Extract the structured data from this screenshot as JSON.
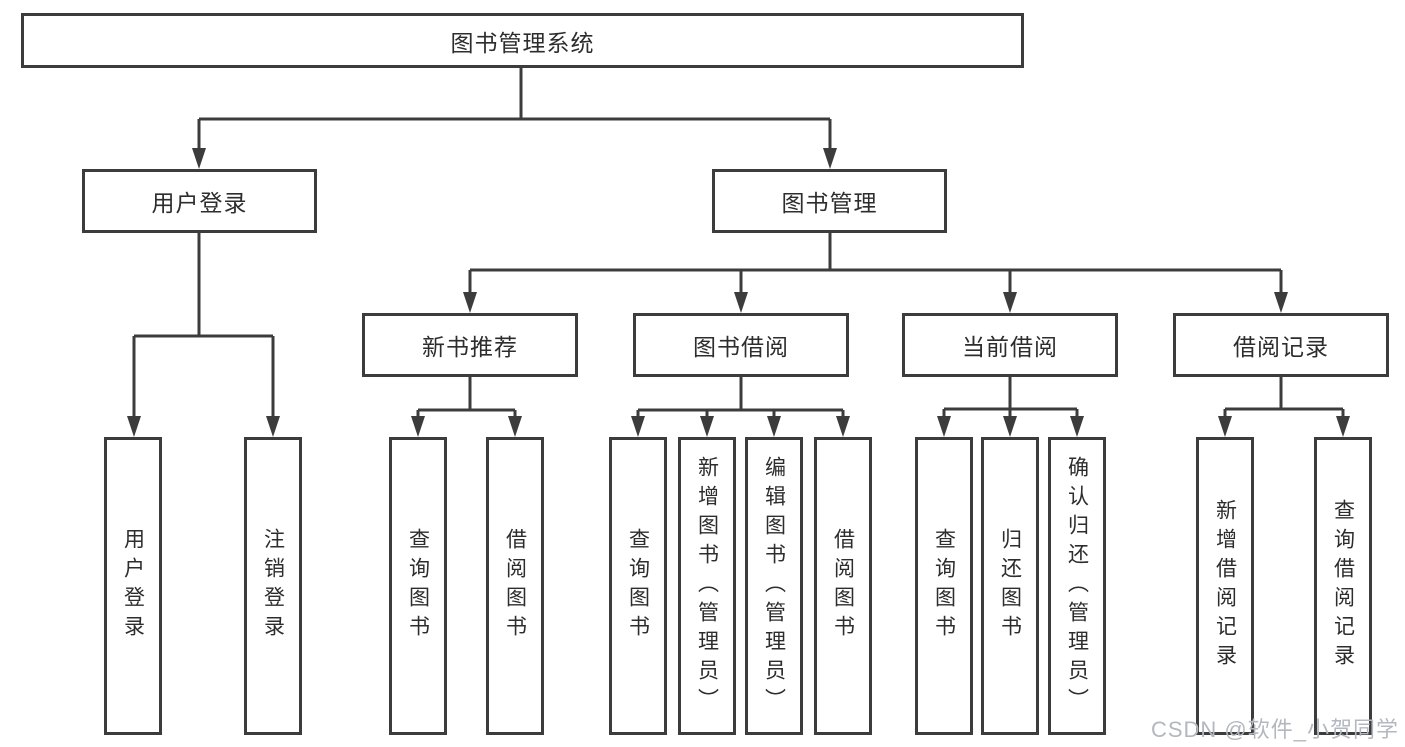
{
  "diagram": {
    "root": {
      "label": "图书管理系统"
    },
    "level2": [
      {
        "label": "用户登录",
        "children": [
          {
            "label": "用户登录"
          },
          {
            "label": "注销登录"
          }
        ]
      },
      {
        "label": "图书管理"
      }
    ],
    "level3": [
      {
        "label": "新书推荐",
        "children": [
          {
            "label": "查询图书"
          },
          {
            "label": "借阅图书"
          }
        ]
      },
      {
        "label": "图书借阅",
        "children": [
          {
            "label": "查询图书"
          },
          {
            "label": "新增图书（管理员）"
          },
          {
            "label": "编辑图书（管理员）"
          },
          {
            "label": "借阅图书"
          }
        ]
      },
      {
        "label": "当前借阅",
        "children": [
          {
            "label": "查询图书"
          },
          {
            "label": "归还图书"
          },
          {
            "label": "确认归还（管理员）"
          }
        ]
      },
      {
        "label": "借阅记录",
        "children": [
          {
            "label": "新增借阅记录"
          },
          {
            "label": "查询借阅记录"
          }
        ]
      }
    ],
    "watermark": "CSDN @软件_小贺同学",
    "colors": {
      "line": "#3c3c3c",
      "text": "#2d2d2d",
      "watermark": "#b3b8c0",
      "background": "#ffffff"
    }
  }
}
